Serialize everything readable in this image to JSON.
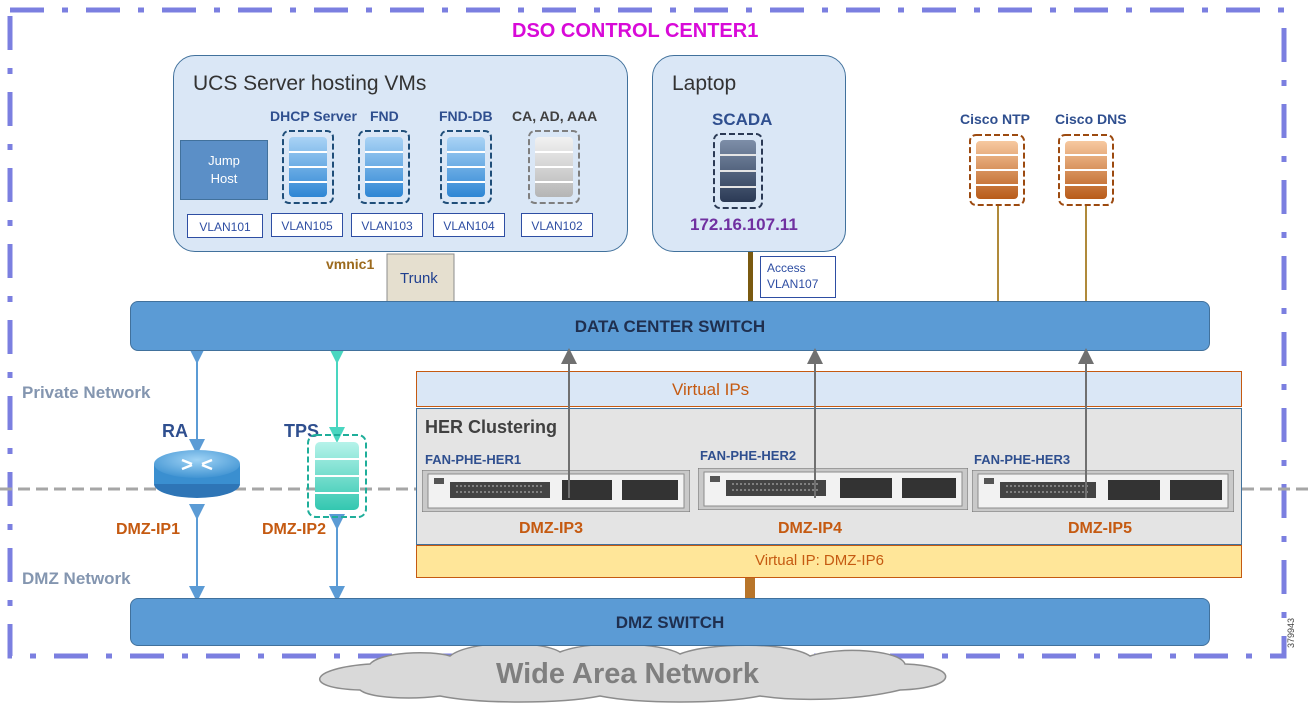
{
  "title": "DSO CONTROL CENTER1",
  "figure_id": "379943",
  "ucs": {
    "title": "UCS Server hosting VMs",
    "jump_host": "Jump\nHost",
    "vms": [
      {
        "label": "DHCP Server",
        "vlan": "VLAN105",
        "style": "blue"
      },
      {
        "label": "FND",
        "vlan": "VLAN103",
        "style": "blue"
      },
      {
        "label": "FND-DB",
        "vlan": "VLAN104",
        "style": "blue"
      },
      {
        "label": "CA, AD, AAA",
        "vlan": "VLAN102",
        "style": "gray"
      }
    ],
    "jump_vlan": "VLAN101",
    "vmnic": "vmnic1",
    "trunk": "Trunk"
  },
  "laptop": {
    "title": "Laptop",
    "app": "SCADA",
    "ip": "172.16.107.11",
    "access_line1": "Access",
    "access_line2": "VLAN107"
  },
  "services": [
    {
      "label": "Cisco NTP"
    },
    {
      "label": "Cisco DNS"
    }
  ],
  "data_center_switch": "DATA CENTER SWITCH",
  "dmz_switch": "DMZ SWITCH",
  "networks": {
    "private": "Private Network",
    "dmz": "DMZ Network",
    "wan": "Wide Area Network"
  },
  "ra": {
    "label": "RA",
    "dmz_ip": "DMZ-IP1"
  },
  "tps": {
    "label": "TPS",
    "dmz_ip": "DMZ-IP2"
  },
  "her": {
    "virtual_ips": "Virtual IPs",
    "clustering": "HER Clustering",
    "routers": [
      {
        "name": "FAN-PHE-HER1",
        "dmz_ip": "DMZ-IP3"
      },
      {
        "name": "FAN-PHE-HER2",
        "dmz_ip": "DMZ-IP4"
      },
      {
        "name": "FAN-PHE-HER3",
        "dmz_ip": "DMZ-IP5"
      }
    ],
    "virtual_ip_dmz": "Virtual IP: DMZ-IP6"
  },
  "colors": {
    "title": "#d80ad8",
    "frame": "#7b7fe0",
    "switch": "#5b9bd5",
    "panel": "#dae7f6",
    "her_cluster": "#e4e4e4",
    "virtual_ips": "#dae7f6",
    "virtual_ip_dmz": "#ffe699",
    "trunk": "#e5dfcf",
    "orange_text": "#c55a11",
    "navy_text": "#2f4f8f",
    "tps": "#49d6c0",
    "service": "#c55a11"
  }
}
